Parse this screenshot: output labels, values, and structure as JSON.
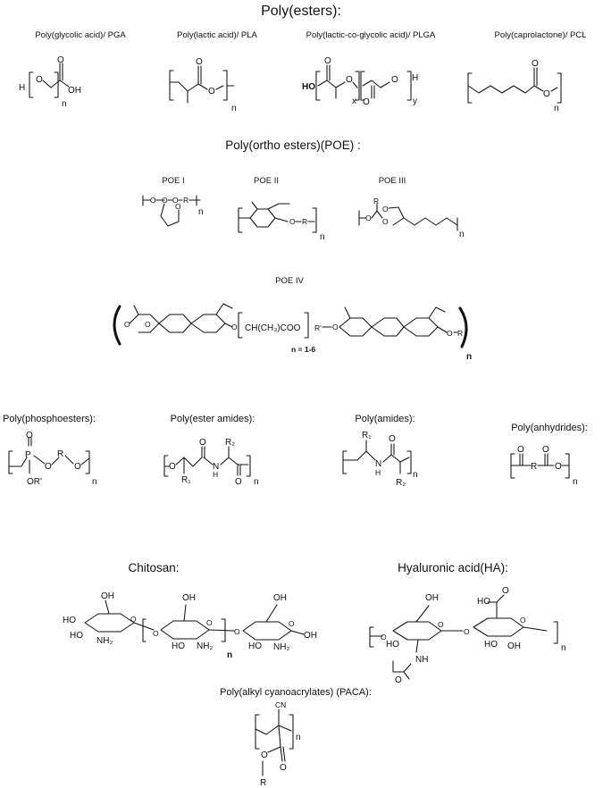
{
  "headers": {
    "polyesters": "Poly(esters):",
    "poe": "Poly(ortho esters)(POE) :",
    "chitosan": "Chitosan:",
    "ha": "Hyaluronic acid(HA):",
    "paca": "Poly(alkyl cyanoacrylates) (PACA):"
  },
  "polyesters": {
    "pga": "Poly(glycolic acid)/ PGA",
    "pla": "Poly(lactic acid)/ PLA",
    "plga": "Poly(lactic-co-glycolic acid)/ PLGA",
    "pcl": "Poly(caprolactone)/ PCL"
  },
  "poe": {
    "i": "POE I",
    "ii": "POE II",
    "iii": "POE III",
    "iv": "POE IV",
    "iv_link": "CH(CH₃)COO",
    "iv_range": "n = 1-6"
  },
  "others": {
    "phosphoesters": "Poly(phosphoesters):",
    "esteramides": "Poly(ester amides):",
    "amides": "Poly(amides):",
    "anhydrides": "Poly(anhydrides):"
  },
  "atoms": {
    "H": "H",
    "O": "O",
    "OH": "OH",
    "HO": "HO",
    "n": "n",
    "x": "x",
    "y": "y",
    "R": "R",
    "R1": "R₁",
    "R2": "R₂",
    "Rp": "R'",
    "ORp": "OR'",
    "P": "P",
    "N": "N",
    "NH2": "NH₂",
    "CN": "CN",
    "NH": "NH"
  }
}
